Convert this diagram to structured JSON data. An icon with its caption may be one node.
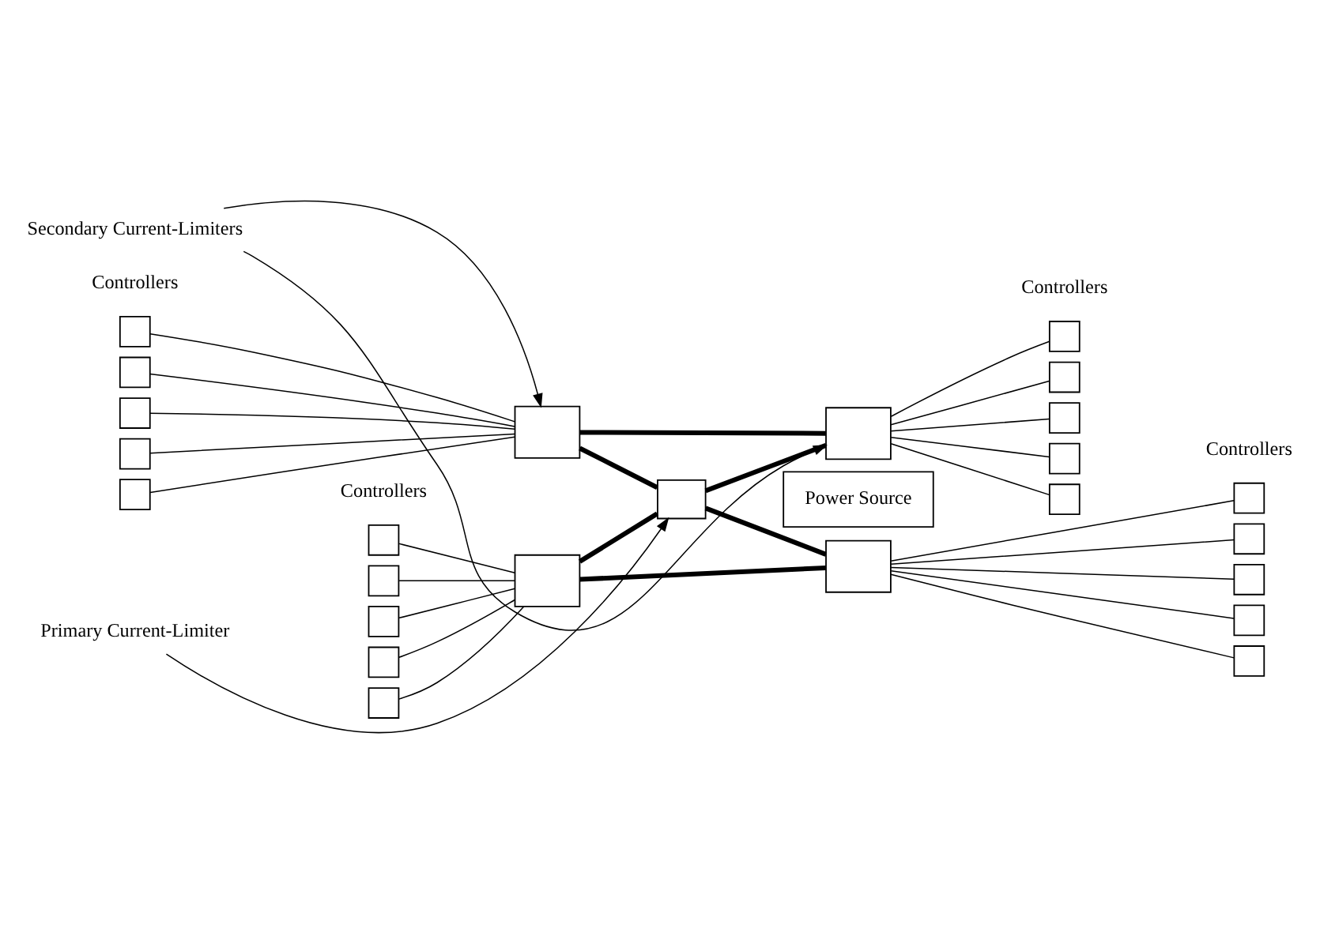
{
  "diagram": {
    "nodes": [
      {
        "text": [
          "Secondary Current-Limiters"
        ]
      },
      {
        "text": [],
        "shape": "box"
      },
      {
        "text": [],
        "shape": "box"
      },
      {
        "text": [],
        "shape": "box"
      },
      {
        "text": [],
        "shape": "box"
      },
      {
        "text": [],
        "shape": "box"
      },
      {
        "text": [],
        "shape": "box"
      },
      {
        "text": [],
        "shape": "box"
      },
      {
        "text": [],
        "shape": "box"
      },
      {
        "text": [],
        "shape": "box"
      },
      {
        "text": [],
        "shape": "box"
      },
      {
        "text": [],
        "shape": "box"
      },
      {
        "text": [],
        "shape": "box"
      },
      {
        "text": [],
        "shape": "box"
      },
      {
        "text": [
          "Power Source"
        ]
      },
      {
        "text": [],
        "shape": "box"
      },
      {
        "text": [],
        "shape": "box"
      },
      {
        "text": [],
        "shape": "box"
      },
      {
        "text": [],
        "shape": "box"
      },
      {
        "text": [],
        "shape": "box"
      },
      {
        "text": [],
        "shape": "box"
      },
      {
        "text": [],
        "shape": "box"
      },
      {
        "text": [],
        "shape": "box"
      },
      {
        "text": [],
        "shape": "box"
      },
      {
        "text": [],
        "shape": "box"
      },
      {
        "text": [],
        "shape": "box"
      },
      {
        "text": [],
        "shape": "box"
      },
      {
        "text": [
          "Primary Current-Limiter"
        ]
      }
    ],
    "edges": [
      {
        "from": 1,
        "to": 6,
        "arrow": "none"
      },
      {
        "from": 2,
        "to": 6,
        "arrow": "none"
      },
      {
        "from": 3,
        "to": 6,
        "arrow": "none"
      },
      {
        "from": 4,
        "to": 6,
        "arrow": "none"
      },
      {
        "from": 5,
        "to": 6,
        "arrow": "none"
      },
      {
        "from": 7,
        "to": 8,
        "arrow": "none"
      },
      {
        "from": 7,
        "to": 9,
        "arrow": "none"
      },
      {
        "from": 7,
        "to": 10,
        "arrow": "none"
      },
      {
        "from": 7,
        "to": 11,
        "arrow": "none"
      },
      {
        "from": 7,
        "to": 12,
        "arrow": "none"
      },
      {
        "from": 15,
        "to": 20,
        "arrow": "none"
      },
      {
        "from": 16,
        "to": 20,
        "arrow": "none"
      },
      {
        "from": 17,
        "to": 20,
        "arrow": "none"
      },
      {
        "from": 18,
        "to": 20,
        "arrow": "none"
      },
      {
        "from": 19,
        "to": 20,
        "arrow": "none"
      },
      {
        "from": 21,
        "to": 22,
        "arrow": "none"
      },
      {
        "from": 21,
        "to": 23,
        "arrow": "none"
      },
      {
        "from": 21,
        "to": 24,
        "arrow": "none"
      },
      {
        "from": 21,
        "to": 25,
        "arrow": "none"
      },
      {
        "from": 21,
        "to": 26,
        "arrow": "none"
      },
      {
        "from": 6,
        "to": 7,
        "arrow": "none",
        "style": "thick"
      },
      {
        "from": 20,
        "to": 21,
        "arrow": "none",
        "style": "thick"
      },
      {
        "from": 6,
        "to": 13,
        "arrow": "none",
        "style": "thick"
      },
      {
        "from": 13,
        "to": 7,
        "arrow": "none",
        "style": "thick"
      },
      {
        "from": 20,
        "to": 13,
        "arrow": "none",
        "style": "thick"
      },
      {
        "from": 13,
        "to": 21,
        "arrow": "none",
        "style": "thick"
      },
      {
        "from": 0,
        "to": 6,
        "arrow": "to"
      },
      {
        "from": 0,
        "to": 7,
        "arrow": "to"
      },
      {
        "from": 27,
        "to": 13,
        "arrow": "to"
      }
    ],
    "labels": [
      "Controllers",
      "Controllers",
      "Controllers",
      "Controllers"
    ]
  }
}
